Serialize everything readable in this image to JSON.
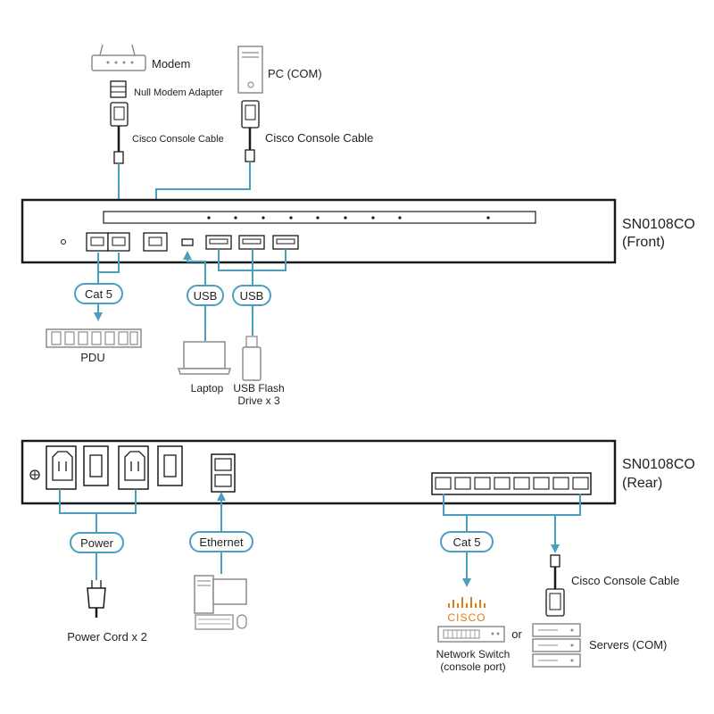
{
  "colors": {
    "accent": "#4a9fbf",
    "device_border": "#1a1a1a",
    "cisco_orange": "#e07b1a",
    "icon_gray": "#8c8c8c"
  },
  "front": {
    "model": "SN0108CO",
    "side": "(Front)"
  },
  "rear": {
    "model": "SN0108CO",
    "side": "(Rear)"
  },
  "front_devices": {
    "modem": "Modem",
    "null_modem_adapter": "Null Modem Adapter",
    "cisco_console_cable_left": "Cisco Console Cable",
    "pc_com": "PC (COM)",
    "cisco_console_cable_right": "Cisco Console Cable",
    "cat5": "Cat 5",
    "pdu": "PDU",
    "usb_1": "USB",
    "usb_2": "USB",
    "laptop": "Laptop",
    "usb_flash_line1": "USB Flash",
    "usb_flash_line2": "Drive x 3"
  },
  "rear_devices": {
    "power": "Power",
    "power_cord": "Power Cord x 2",
    "ethernet": "Ethernet",
    "cat5": "Cat 5",
    "cisco_logo": "CISCO",
    "network_switch_line1": "Network Switch",
    "network_switch_line2": "(console port)",
    "or": "or",
    "cisco_console_cable": "Cisco Console Cable",
    "servers": "Servers (COM)"
  }
}
